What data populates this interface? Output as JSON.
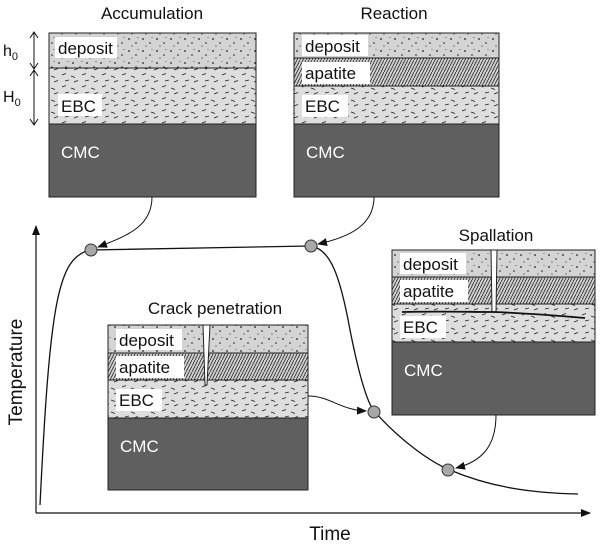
{
  "panels": {
    "accumulation": {
      "title": "Accumulation",
      "deposit": "deposit",
      "ebc": "EBC",
      "cmc": "CMC"
    },
    "reaction": {
      "title": "Reaction",
      "deposit": "deposit",
      "apatite": "apatite",
      "ebc": "EBC",
      "cmc": "CMC"
    },
    "crack": {
      "title": "Crack penetration",
      "deposit": "deposit",
      "apatite": "apatite",
      "ebc": "EBC",
      "cmc": "CMC"
    },
    "spallation": {
      "title": "Spallation",
      "deposit": "deposit",
      "apatite": "apatite",
      "ebc": "EBC",
      "cmc": "CMC"
    }
  },
  "dims": {
    "h0": "h",
    "h0_sub": "0",
    "H0": "H",
    "H0_sub": "0"
  },
  "axes": {
    "x_label": "Time",
    "y_label": "Temperature"
  },
  "colors": {
    "cmc": "#5f5f5f",
    "deposit": "#d4d4d4",
    "ebc": "#dedede",
    "apatite": "#cfcfcf",
    "marker": "#a8a8a8"
  }
}
